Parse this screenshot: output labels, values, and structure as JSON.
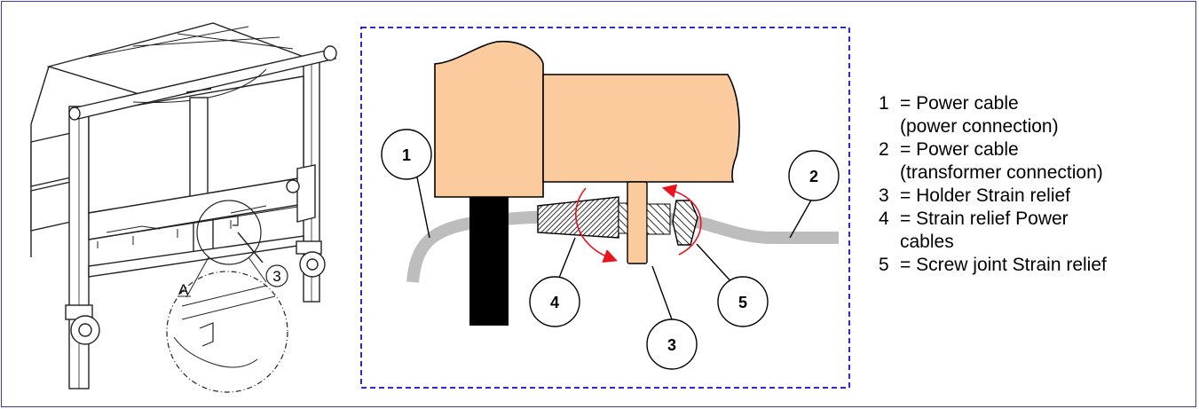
{
  "overview": {
    "detail_letter": "A",
    "holder_callout": "3"
  },
  "detail": {
    "callouts": [
      "1",
      "2",
      "3",
      "4",
      "5"
    ]
  },
  "legend": {
    "items": [
      {
        "num": "1",
        "text": "= Power cable\n   (power connection)"
      },
      {
        "num": "2",
        "text": "= Power cable\n   (transformer connection)"
      },
      {
        "num": "3",
        "text": "= Holder Strain relief"
      },
      {
        "num": "4",
        "text": "= Strain relief Power\n    cables"
      },
      {
        "num": "5",
        "text": "= Screw joint Strain relief"
      }
    ]
  },
  "colors": {
    "frame": "#3a3ab0",
    "dashed_box": "#2a2ad0",
    "housing": "#fbcb9e",
    "cable": "#bdbdbd",
    "arrow": "#e8141e"
  }
}
